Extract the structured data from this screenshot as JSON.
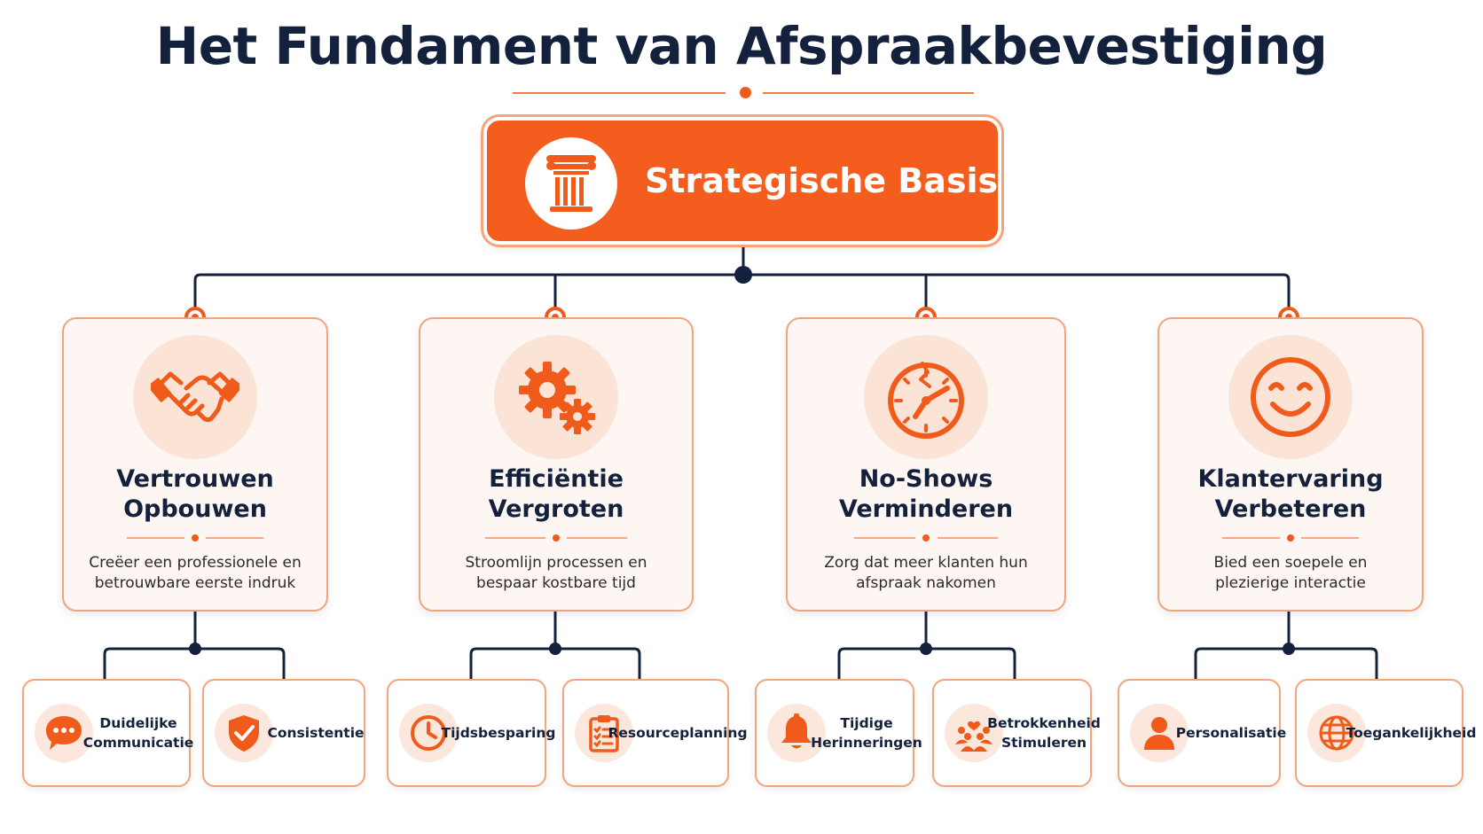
{
  "title": "Het Fundament van Afspraakbevestiging",
  "root": {
    "label": "Strategische Basis",
    "icon": "pillar-icon"
  },
  "accent_color": "#f45d1d",
  "line_color": "#14213d",
  "pillars": [
    {
      "title_line1": "Vertrouwen",
      "title_line2": "Opbouwen",
      "desc_line1": "Creëer een professionele en",
      "desc_line2": "betrouwbare eerste indruk",
      "icon": "handshake-icon",
      "children": [
        {
          "line1": "Duidelijke",
          "line2": "Communicatie",
          "icon": "chat-bubble-icon"
        },
        {
          "line1": "Consistentie",
          "line2": "",
          "icon": "shield-check-icon"
        }
      ]
    },
    {
      "title_line1": "Efficiëntie",
      "title_line2": "Vergroten",
      "desc_line1": "Stroomlijn processen en",
      "desc_line2": "bespaar kostbare tijd",
      "icon": "gears-icon",
      "children": [
        {
          "line1": "Tijdsbesparing",
          "line2": "",
          "icon": "clock-icon"
        },
        {
          "line1": "Resourceplanning",
          "line2": "",
          "icon": "clipboard-checklist-icon"
        }
      ]
    },
    {
      "title_line1": "No-Shows",
      "title_line2": "Verminderen",
      "desc_line1": "Zorg dat meer klanten hun",
      "desc_line2": "afspraak nakomen",
      "icon": "broken-clock-icon",
      "children": [
        {
          "line1": "Tijdige",
          "line2": "Herinneringen",
          "icon": "bell-icon"
        },
        {
          "line1": "Betrokkenheid",
          "line2": "Stimuleren",
          "icon": "people-heart-icon"
        }
      ]
    },
    {
      "title_line1": "Klantervaring",
      "title_line2": "Verbeteren",
      "desc_line1": "Bied een soepele en",
      "desc_line2": "plezierige interactie",
      "icon": "smiley-icon",
      "children": [
        {
          "line1": "Personalisatie",
          "line2": "",
          "icon": "person-icon"
        },
        {
          "line1": "Toegankelijkheid",
          "line2": "",
          "icon": "globe-icon"
        }
      ]
    }
  ]
}
